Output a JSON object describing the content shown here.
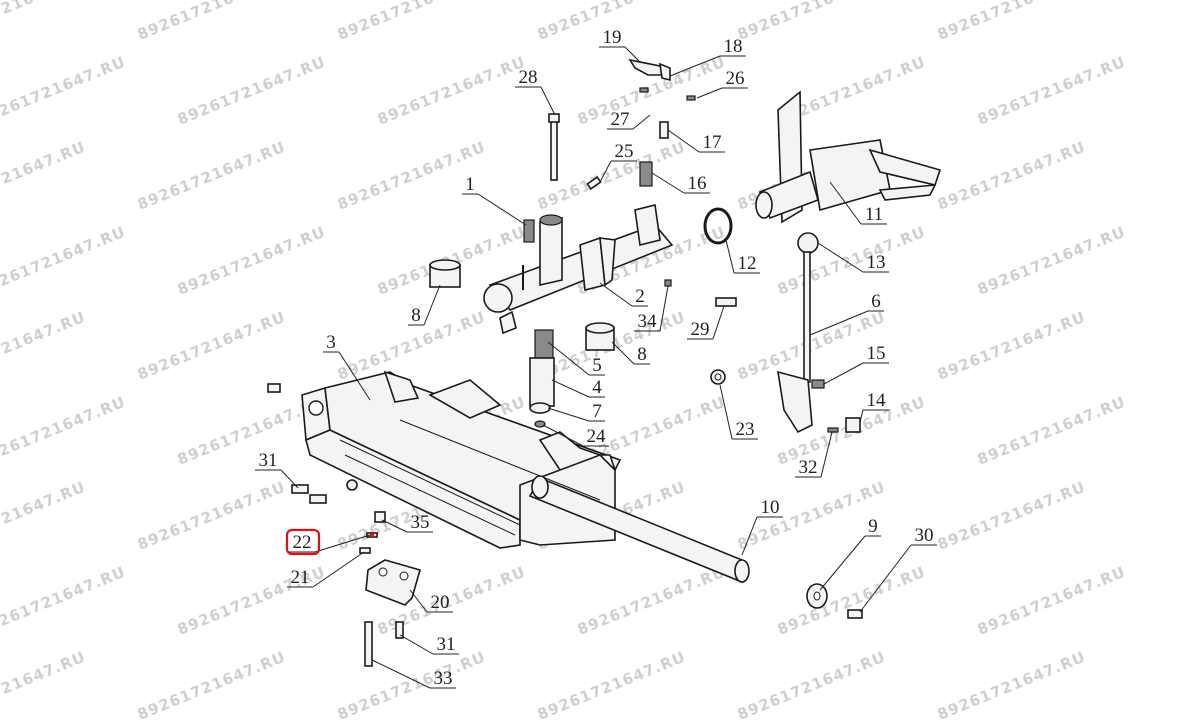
{
  "watermark": {
    "text": "89261721647.RU",
    "color": "#cfcfcf"
  },
  "highlight": {
    "part": "22",
    "color": "#e0101a"
  },
  "callouts": [
    "1",
    "2",
    "3",
    "4",
    "5",
    "6",
    "7",
    "8",
    "8",
    "9",
    "10",
    "11",
    "12",
    "13",
    "14",
    "15",
    "16",
    "17",
    "18",
    "19",
    "20",
    "21",
    "22",
    "23",
    "24",
    "25",
    "26",
    "27",
    "28",
    "29",
    "30",
    "31",
    "31",
    "32",
    "33",
    "34",
    "35"
  ]
}
